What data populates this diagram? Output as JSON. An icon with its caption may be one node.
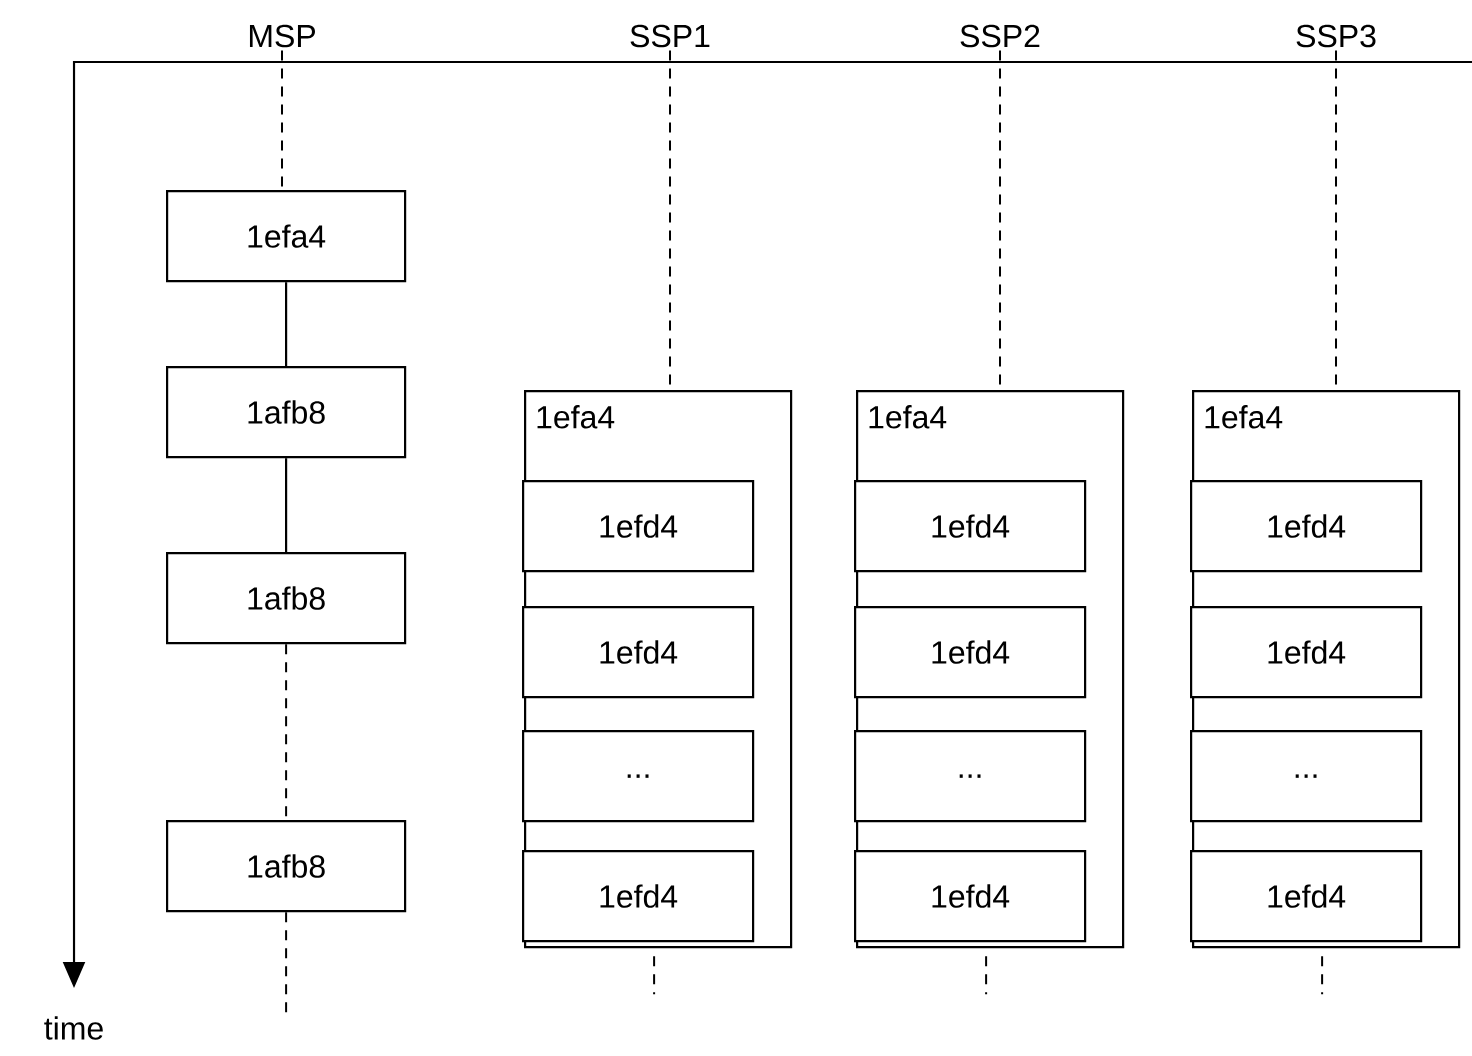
{
  "diagram": {
    "nodes": [
      {
        "text": [
          "MSP"
        ]
      },
      {
        "text": [
          "SSP1"
        ]
      },
      {
        "text": [
          "SSP2"
        ]
      },
      {
        "text": [
          "SSP3"
        ]
      },
      {
        "text": [
          "1efa4"
        ]
      },
      {
        "text": [
          "1afb8"
        ]
      },
      {
        "text": [
          "1afb8"
        ]
      },
      {
        "text": [
          "1afb8"
        ]
      },
      {
        "text": [
          "1efa4"
        ]
      },
      {
        "text": [
          "1efd4"
        ],
        "in": 8
      },
      {
        "text": [
          "1efd4"
        ],
        "in": 8
      },
      {
        "text": [
          "..."
        ],
        "in": 8
      },
      {
        "text": [
          "1efd4"
        ],
        "in": 8
      },
      {
        "text": [
          "1efa4"
        ]
      },
      {
        "text": [
          "1efd4"
        ],
        "in": 13
      },
      {
        "text": [
          "1efd4"
        ],
        "in": 13
      },
      {
        "text": [
          "..."
        ],
        "in": 13
      },
      {
        "text": [
          "1efd4"
        ],
        "in": 13
      },
      {
        "text": [
          "1efa4"
        ]
      },
      {
        "text": [
          "1efd4"
        ],
        "in": 18
      },
      {
        "text": [
          "1efd4"
        ],
        "in": 18
      },
      {
        "text": [
          "..."
        ],
        "in": 18
      },
      {
        "text": [
          "1efd4"
        ],
        "in": 18
      }
    ],
    "edges": [
      {
        "from": 0,
        "to": 4,
        "arrow": "none",
        "style": "dashed"
      },
      {
        "from": 4,
        "to": 5,
        "arrow": "none"
      },
      {
        "from": 5,
        "to": 6,
        "arrow": "none"
      },
      {
        "from": 6,
        "to": 7,
        "arrow": "none",
        "style": "dashed"
      },
      {
        "from": 7,
        "to": null,
        "arrow": "none",
        "style": "dashed"
      },
      {
        "from": 1,
        "to": 8,
        "arrow": "none",
        "style": "dashed"
      },
      {
        "from": 8,
        "to": null,
        "arrow": "none",
        "style": "dashed"
      },
      {
        "from": 2,
        "to": 13,
        "arrow": "none",
        "style": "dashed"
      },
      {
        "from": 13,
        "to": null,
        "arrow": "none",
        "style": "dashed"
      },
      {
        "from": 3,
        "to": 18,
        "arrow": "none",
        "style": "dashed"
      },
      {
        "from": 18,
        "to": null,
        "arrow": "none",
        "style": "dashed"
      }
    ],
    "labels": [
      "time"
    ]
  }
}
